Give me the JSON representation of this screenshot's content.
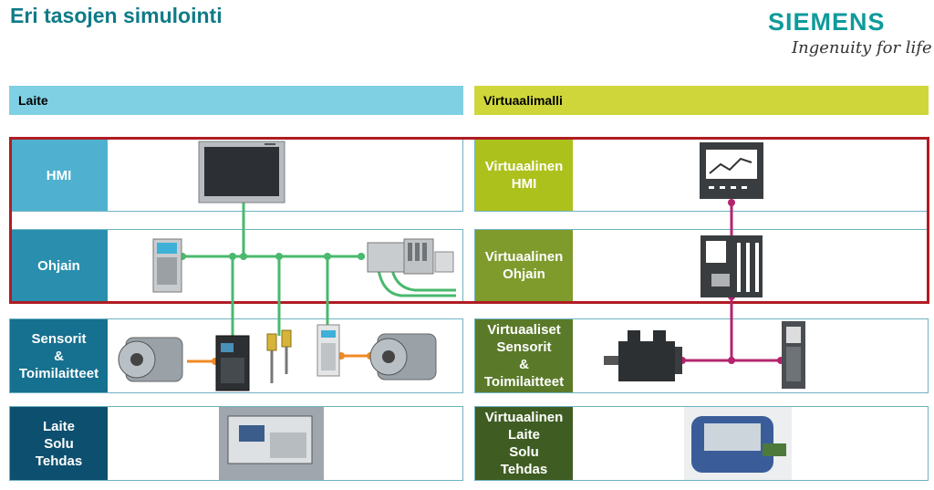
{
  "header": {
    "title": "Eri tasojen simulointi",
    "brand": "SIEMENS",
    "tagline": "Ingenuity for life"
  },
  "columns": {
    "left": "Laite",
    "right": "Virtuaalimalli"
  },
  "left_rows": [
    {
      "label": "HMI"
    },
    {
      "label": "Ohjain"
    },
    {
      "label": "Sensorit\n&\nToimilaitteet"
    },
    {
      "label": "Laite\nSolu\nTehdas"
    }
  ],
  "right_rows": [
    {
      "label": "Virtuaalinen\nHMI"
    },
    {
      "label": "Virtuaalinen\nOhjain"
    },
    {
      "label": "Virtuaaliset\nSensorit\n&\nToimilaitteet"
    },
    {
      "label": "Virtuaalinen\nLaite\nSolu\nTehdas"
    }
  ],
  "colors": {
    "title": "#0f7b87",
    "left_header": "#7fd0e3",
    "right_header": "#cfd63a",
    "left_labels": [
      "#4fb1cf",
      "#2a8fae",
      "#16708f",
      "#0d4f6e"
    ],
    "right_labels": [
      "#adc11c",
      "#7e9b2c",
      "#5a7a2a",
      "#3f5d22"
    ],
    "network_green": "#49b96e",
    "actuator_orange": "#ef8a24",
    "virtual_link": "#b4246e",
    "highlight": "#b01c23"
  },
  "icons": [
    "hmi-panel-icon",
    "plc-cpu-icon",
    "io-module-rack-icon",
    "electric-motor-icon",
    "frequency-drive-icon",
    "sensor-icon",
    "soft-starter-icon",
    "machine-photo-icon",
    "virtual-hmi-icon",
    "virtual-controller-icon",
    "servo-motor-icon",
    "virtual-drive-icon",
    "virtual-machine-icon"
  ]
}
